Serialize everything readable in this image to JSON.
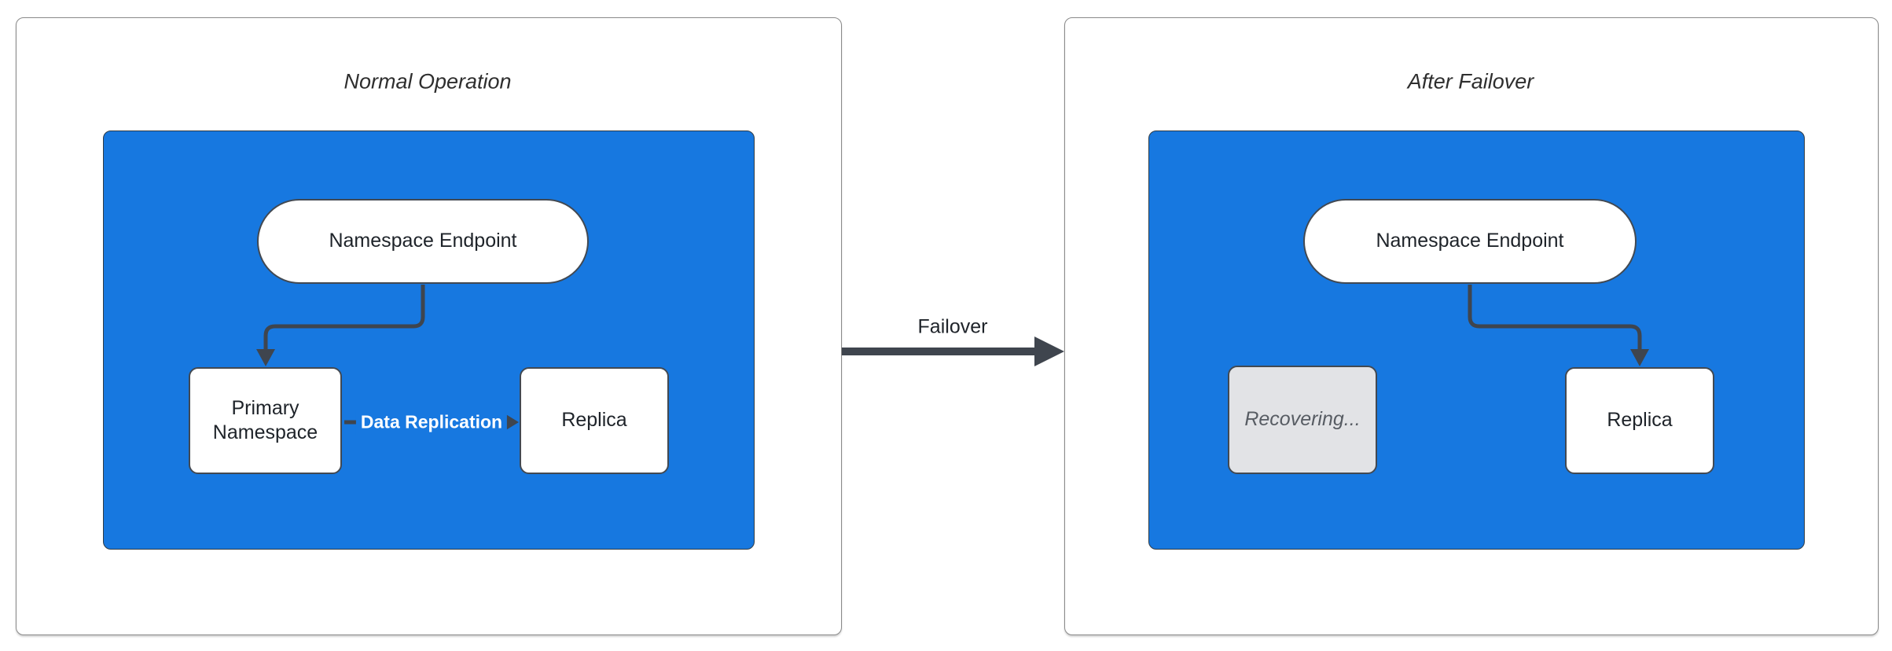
{
  "diagram": {
    "panels": {
      "normal": {
        "title": "Normal Operation",
        "endpoint_label": "Namespace Endpoint",
        "primary_label": "Primary Namespace",
        "replica_label": "Replica",
        "replication_edge_label": "Data Replication"
      },
      "failover": {
        "title": "After Failover",
        "endpoint_label": "Namespace Endpoint",
        "recovering_label": "Recovering...",
        "replica_label": "Replica"
      }
    },
    "transition_label": "Failover"
  },
  "colors": {
    "cluster_fill": "#1778e0",
    "cluster_border": "#2f3b45",
    "node_fill": "#ffffff",
    "node_border": "#424952",
    "node_text": "#1e2329",
    "recovering_fill": "#e2e3e6",
    "recovering_text": "#575c63",
    "edge": "#3f454e",
    "panel_border": "#8a8a8a",
    "title_text": "#2e2e2e",
    "replication_text": "#ffffff"
  }
}
